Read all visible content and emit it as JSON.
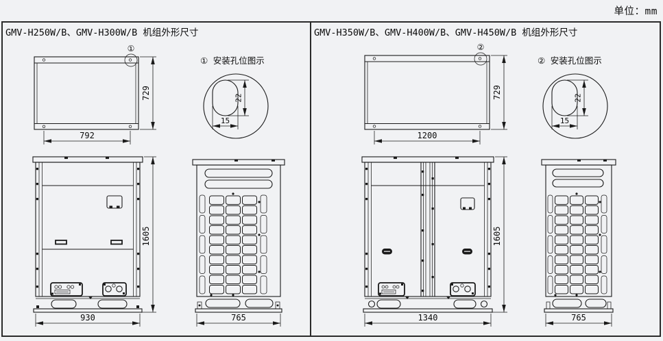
{
  "unit_label": "单位：mm",
  "panels": {
    "left": {
      "title": "GMV-H250W/B、GMV-H300W/B 机组外形尺寸",
      "hole_marker": "①",
      "top_view": {
        "width": "792",
        "height": "729"
      },
      "hole_detail": {
        "label": "① 安装孔位图示",
        "slot_width": "15",
        "slot_height": "22"
      },
      "front_view": {
        "width": "930",
        "height": "1605"
      },
      "side_view": {
        "width": "765"
      }
    },
    "right": {
      "title": "GMV-H350W/B、GMV-H400W/B、GMV-H450W/B 机组外形尺寸",
      "hole_marker": "②",
      "top_view": {
        "width": "1200",
        "height": "729"
      },
      "hole_detail": {
        "label": "② 安装孔位图示",
        "slot_width": "15",
        "slot_height": "22"
      },
      "front_view": {
        "width": "1340",
        "height": "1605"
      },
      "side_view": {
        "width": "765"
      }
    }
  }
}
